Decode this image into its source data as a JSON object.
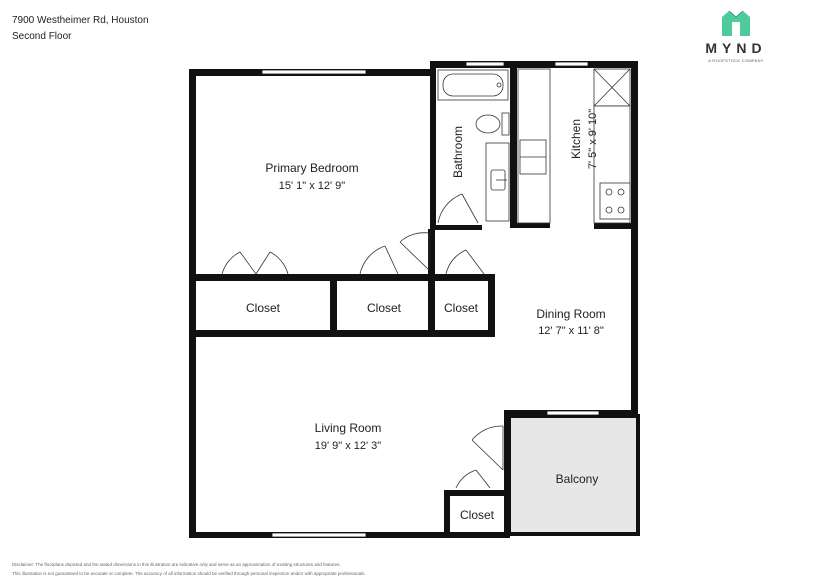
{
  "header": {
    "address": "7900 Westheimer Rd, Houston",
    "floor": "Second Floor"
  },
  "logo": {
    "brand": "MYND",
    "tagline": "A ROOFSTOCK COMPANY",
    "icon": "house-logo-icon",
    "color": "#4ecb9c"
  },
  "rooms": {
    "primary_bedroom": {
      "name": "Primary Bedroom",
      "dims": "15' 1\" x 12' 9\""
    },
    "bathroom": {
      "name": "Bathroom"
    },
    "kitchen": {
      "name": "Kitchen",
      "dims": "7' 5\" x 9' 10\""
    },
    "closet1": {
      "name": "Closet"
    },
    "closet2": {
      "name": "Closet"
    },
    "closet3": {
      "name": "Closet"
    },
    "dining_room": {
      "name": "Dining Room",
      "dims": "12' 7\" x 11' 8\""
    },
    "living_room": {
      "name": "Living Room",
      "dims": "19' 9\" x 12' 3\""
    },
    "balcony": {
      "name": "Balcony"
    },
    "closet4": {
      "name": "Closet"
    }
  },
  "disclaimer": {
    "line1": "Disclaimer: The floorplans depicted and the stated dimensions in this illustration are indicative only and serve as an approximation of existing structures and features.",
    "line2": "This illustration is not guaranteed to be accurate or complete. The accuracy of all information should be verified through personal inspection and/or with appropriate professionals."
  },
  "colors": {
    "wall": "#111111",
    "balcony_wall": "#e7e7e7"
  }
}
